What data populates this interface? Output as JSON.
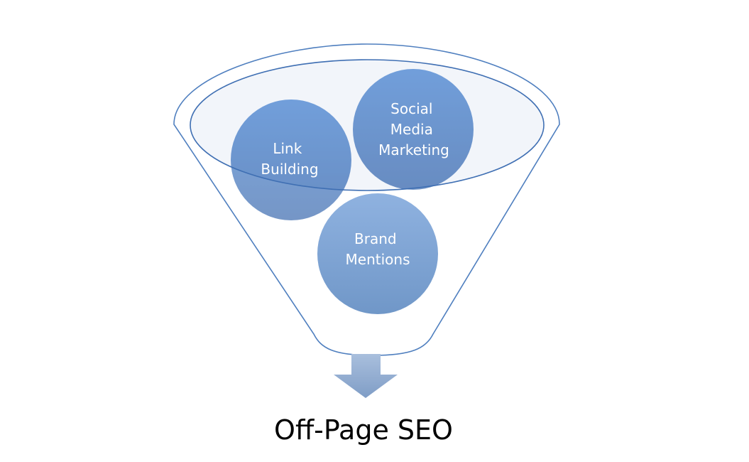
{
  "diagram": {
    "items": [
      {
        "lines": [
          "Link",
          "Building"
        ]
      },
      {
        "lines": [
          "Social",
          "Media",
          "Marketing"
        ]
      },
      {
        "lines": [
          "Brand",
          "Mentions"
        ]
      }
    ],
    "result": "Off-Page SEO"
  },
  "colors": {
    "outline": "#4f7fbf",
    "circle_dark": "#3470c0",
    "circle_light": "#84a8d8",
    "ellipse_fill": "#d9e2f0"
  }
}
